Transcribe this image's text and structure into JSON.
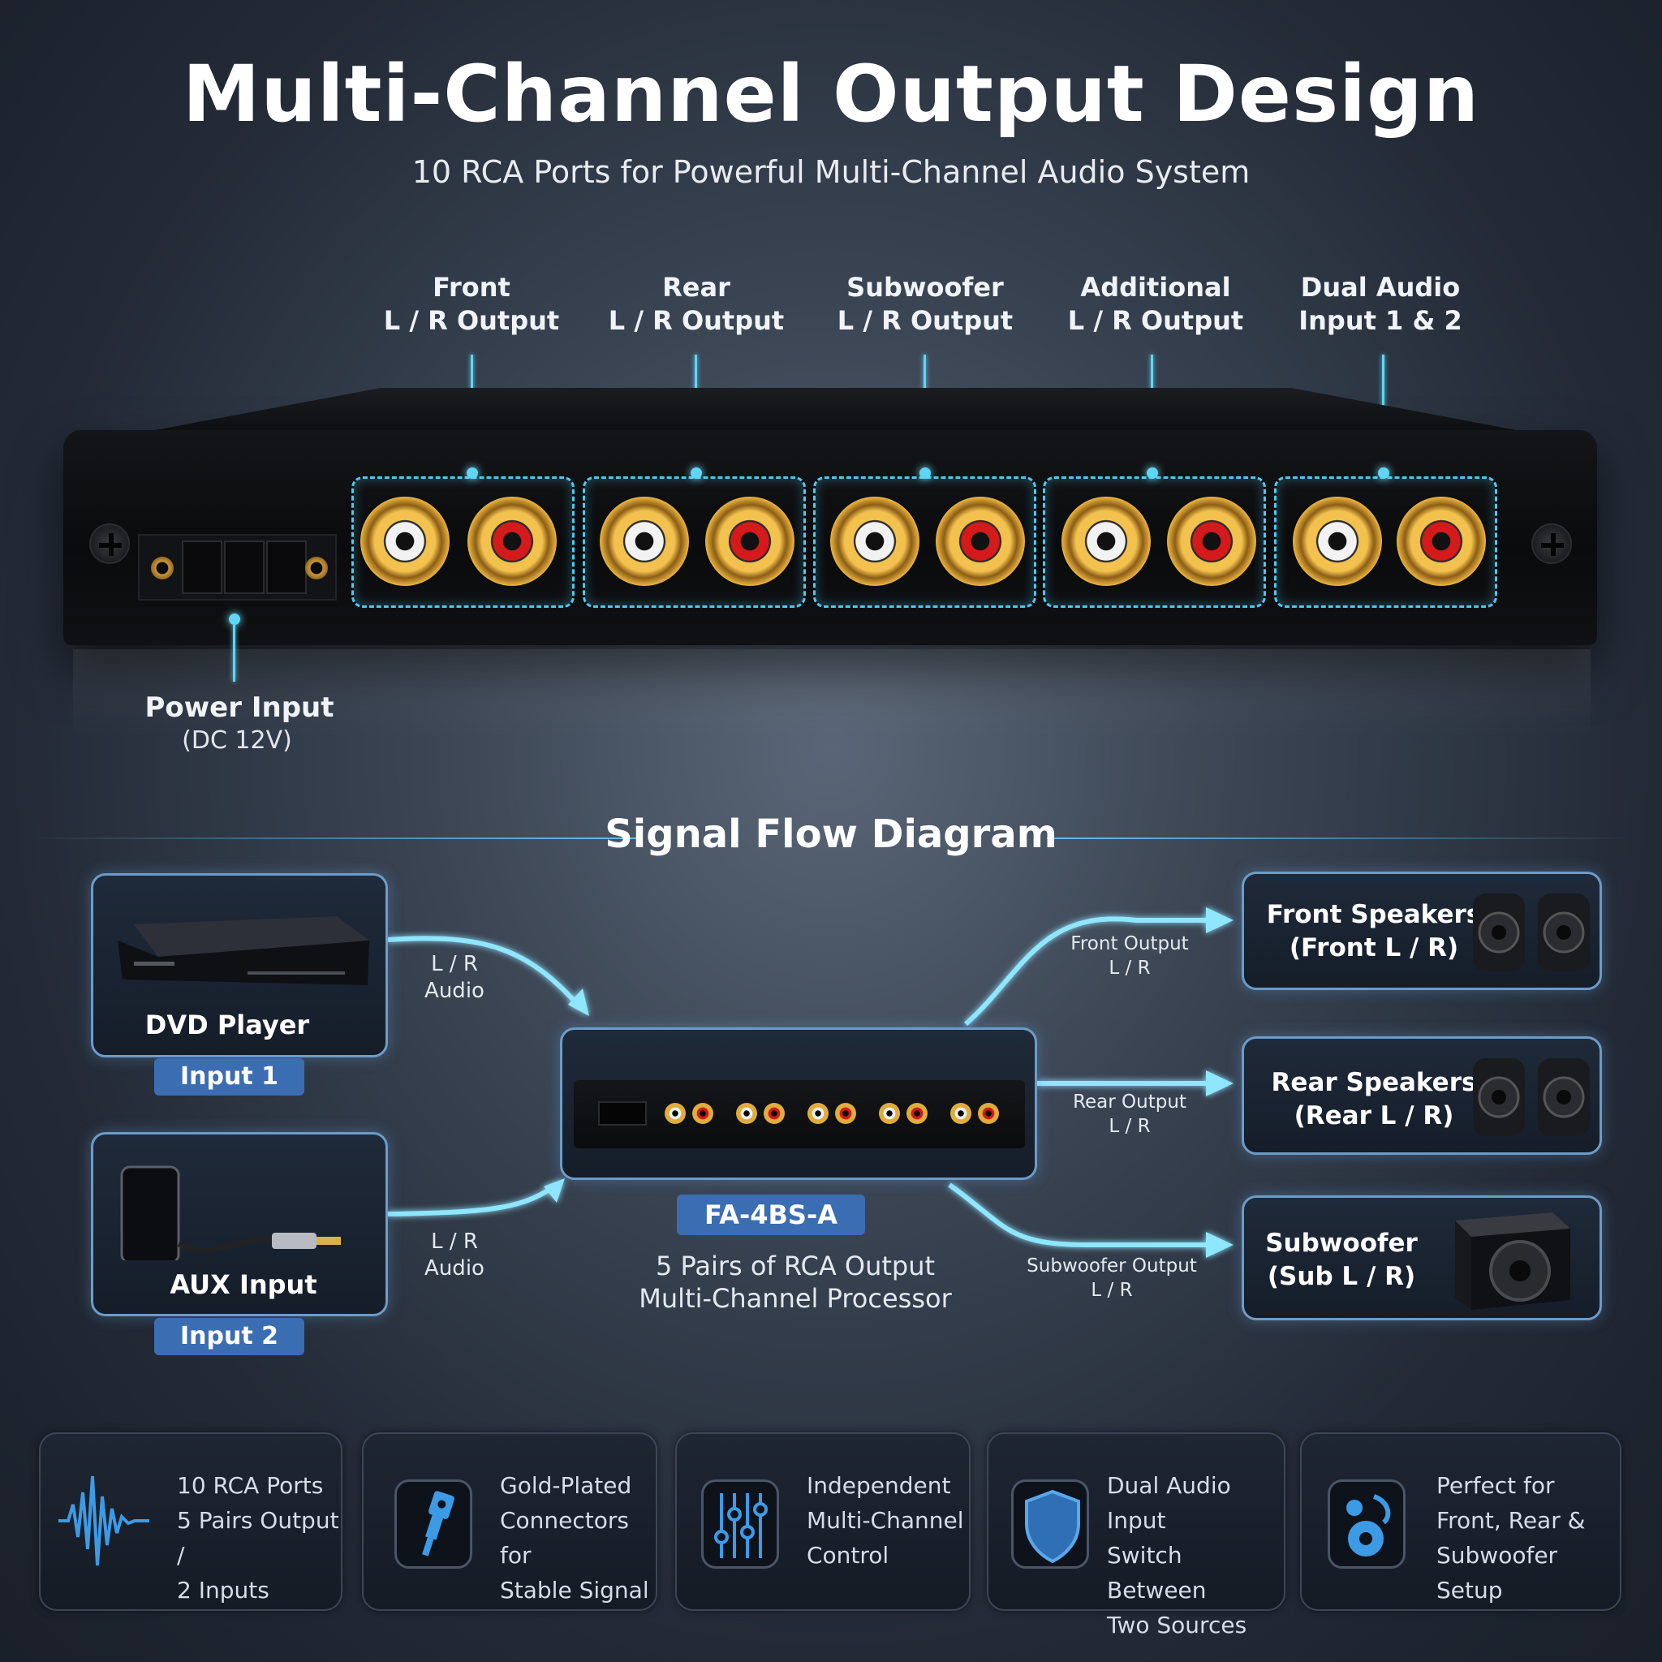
{
  "header": {
    "title": "Multi-Channel Output Design",
    "subtitle": "10 RCA Ports for Powerful Multi-Channel Audio System"
  },
  "ports": [
    {
      "line1": "Front",
      "line2": "L / R Output"
    },
    {
      "line1": "Rear",
      "line2": "L / R Output"
    },
    {
      "line1": "Subwoofer",
      "line2": "L / R Output"
    },
    {
      "line1": "Additional",
      "line2": "L / R Output"
    },
    {
      "line1": "Dual Audio",
      "line2": "Input 1 & 2"
    }
  ],
  "power": {
    "label": "Power Input",
    "sub": "(DC 12V)"
  },
  "diagram": {
    "title": "Signal Flow Diagram",
    "sources": [
      {
        "name": "DVD Player",
        "tag": "Input 1",
        "flow": [
          "L / R",
          "Audio"
        ]
      },
      {
        "name": "AUX Input",
        "tag": "Input 2",
        "flow": [
          "L / R",
          "Audio"
        ]
      }
    ],
    "processor": {
      "model": "FA-4BS-A",
      "desc1": "5 Pairs of RCA Output",
      "desc2": "Multi-Channel Processor"
    },
    "outputs": [
      {
        "flow1": "Front Output",
        "flow2": "L / R",
        "name1": "Front Speakers",
        "name2": "(Front L / R)"
      },
      {
        "flow1": "Rear Output",
        "flow2": "L / R",
        "name1": "Rear Speakers",
        "name2": "(Rear L / R)"
      },
      {
        "flow1": "Subwoofer Output",
        "flow2": "L / R",
        "name1": "Subwoofer",
        "name2": "(Sub L / R)"
      }
    ]
  },
  "features": [
    {
      "icon": "waveform-icon",
      "lines": [
        "10 RCA Ports",
        "5 Pairs Output /",
        "2 Inputs"
      ]
    },
    {
      "icon": "rca-connector-icon",
      "lines": [
        "Gold-Plated",
        "Connectors for",
        "Stable Signal"
      ]
    },
    {
      "icon": "sliders-icon",
      "lines": [
        "Independent",
        "Multi-Channel",
        "Control"
      ]
    },
    {
      "icon": "shield-icon",
      "lines": [
        "Dual Audio Input",
        "Switch Between",
        "Two Sources"
      ]
    },
    {
      "icon": "speaker-setup-icon",
      "lines": [
        "Perfect for",
        "Front, Rear &",
        "Subwoofer Setup"
      ]
    }
  ],
  "colors": {
    "accent": "#5fd6f5",
    "panel_border": "#6c9cc8",
    "tag": "#3b6db3"
  }
}
